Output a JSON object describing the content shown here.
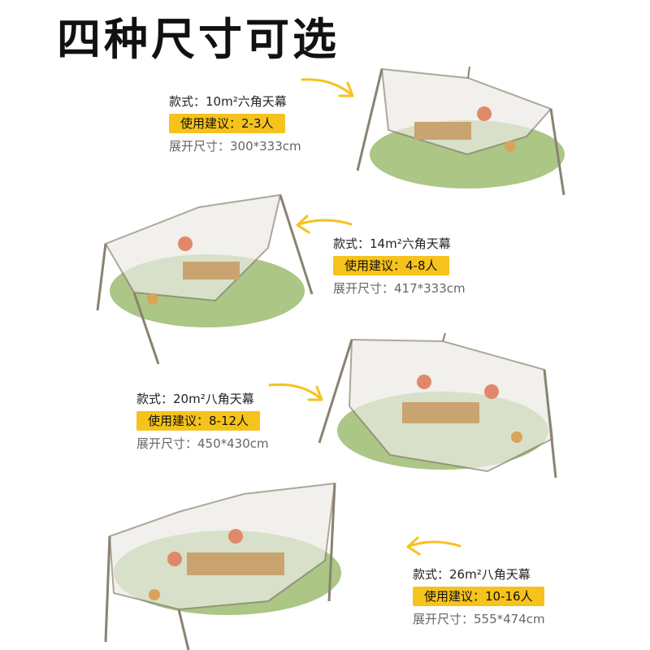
{
  "title": "四种尺寸可选",
  "colors": {
    "accent": "#f6c21c",
    "grass": "#8fb35c",
    "pole": "#8a8272",
    "canopy": "#ecebe6"
  },
  "specs": [
    {
      "style": "款式：10m²六角天幕",
      "suggest": "使用建议：2-3人",
      "size": "展开尺寸：300*333cm"
    },
    {
      "style": "款式：14m²六角天幕",
      "suggest": "使用建议：4-8人",
      "size": "展开尺寸：417*333cm"
    },
    {
      "style": "款式：20m²八角天幕",
      "suggest": "使用建议：8-12人",
      "size": "展开尺寸：450*430cm"
    },
    {
      "style": "款式：26m²八角天幕",
      "suggest": "使用建议：10-16人",
      "size": "展开尺寸：555*474cm"
    }
  ]
}
